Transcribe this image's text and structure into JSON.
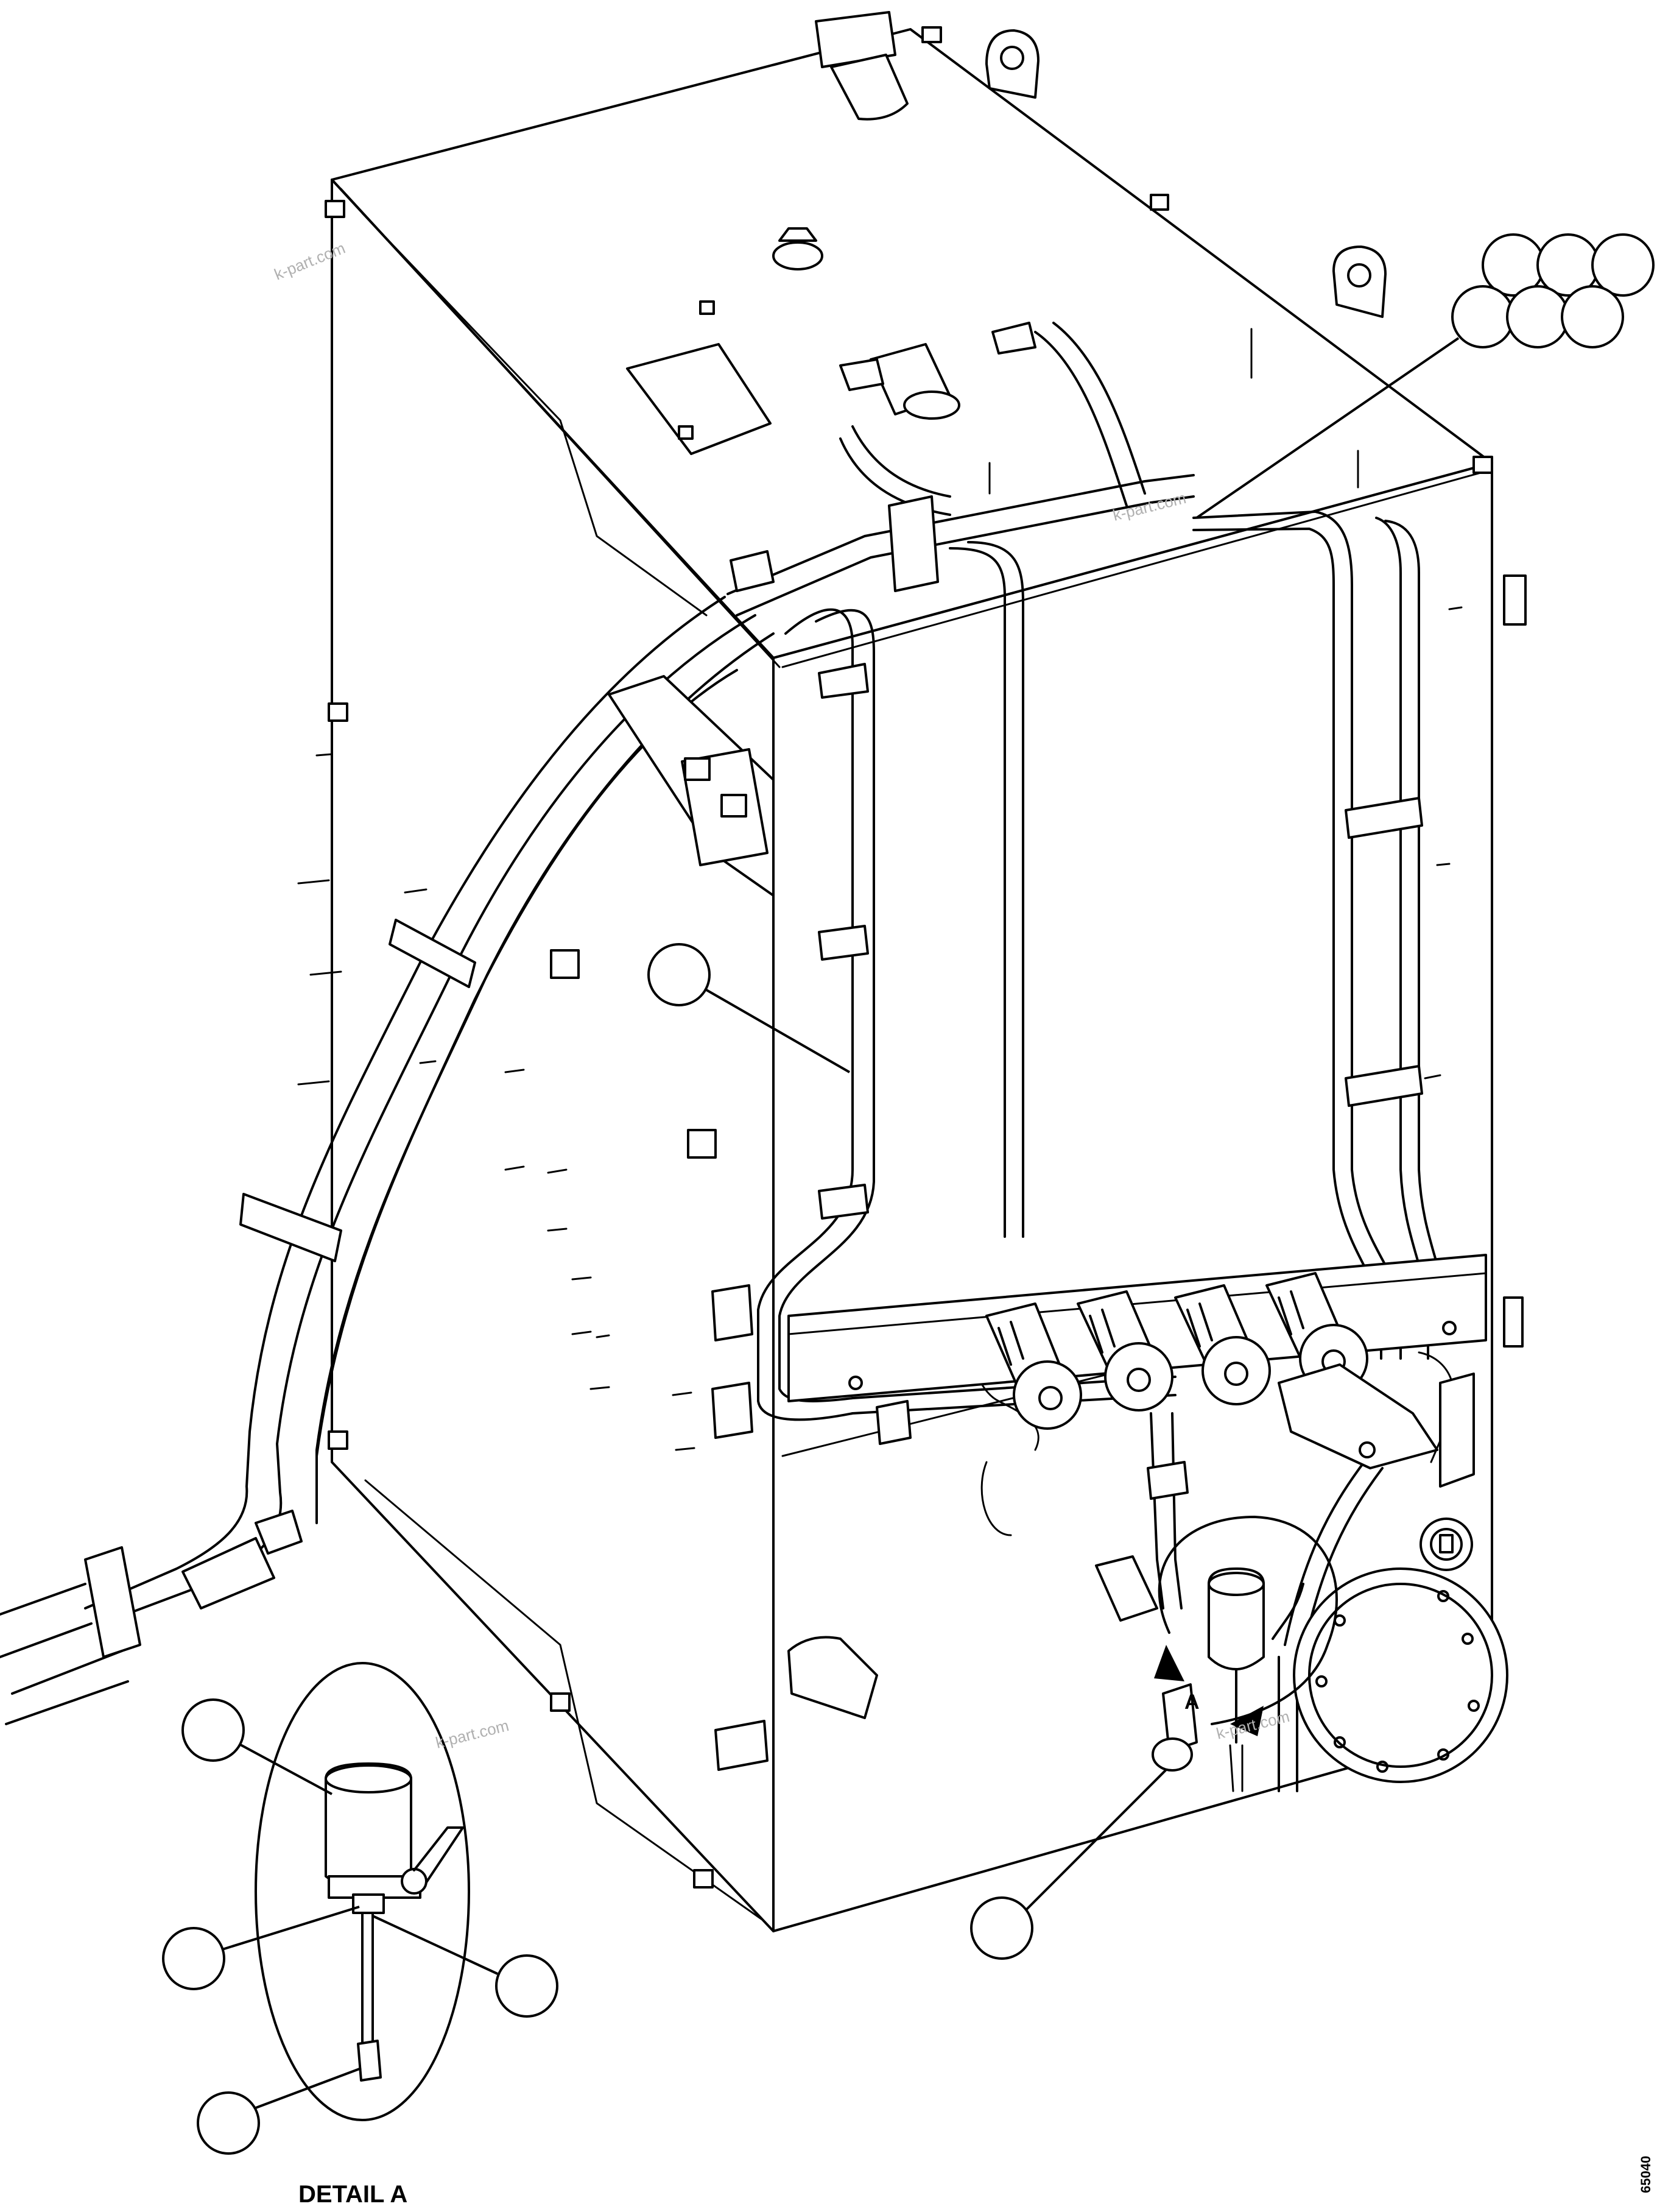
{
  "labels": {
    "detail_label": "DETAIL A",
    "view_letter": "A",
    "figure_code": "65040"
  },
  "watermarks": [
    "k-part.com",
    "k-part.com",
    "k-part.com",
    "k-part.com"
  ],
  "colors": {
    "line": "#000000",
    "background": "#ffffff",
    "watermark": "#b0b0b0"
  }
}
